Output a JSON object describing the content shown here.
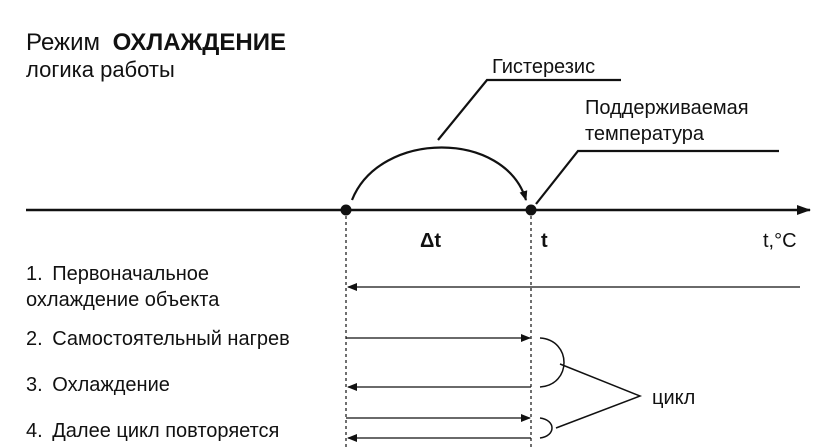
{
  "title": {
    "prefix": "Режим",
    "mode": "ОХЛАЖДЕНИЕ",
    "subtitle": "логика работы"
  },
  "callouts": {
    "hysteresis": "Гистерезис",
    "setpoint_line1": "Поддерживаемая",
    "setpoint_line2": "температура",
    "cycle": "цикл"
  },
  "axis": {
    "delta_label": "Δt",
    "t_label": "t",
    "unit_label": "t,°C"
  },
  "steps": [
    {
      "number": "1.",
      "line1": "Первоначальное",
      "line2": "охлаждение объекта"
    },
    {
      "number": "2.",
      "line1": "Самостоятельный нагрев"
    },
    {
      "number": "3.",
      "line1": "Охлаждение"
    },
    {
      "number": "4.",
      "line1": "Далее цикл повторяется"
    }
  ],
  "colors": {
    "ink": "#111111",
    "background": "#ffffff"
  }
}
